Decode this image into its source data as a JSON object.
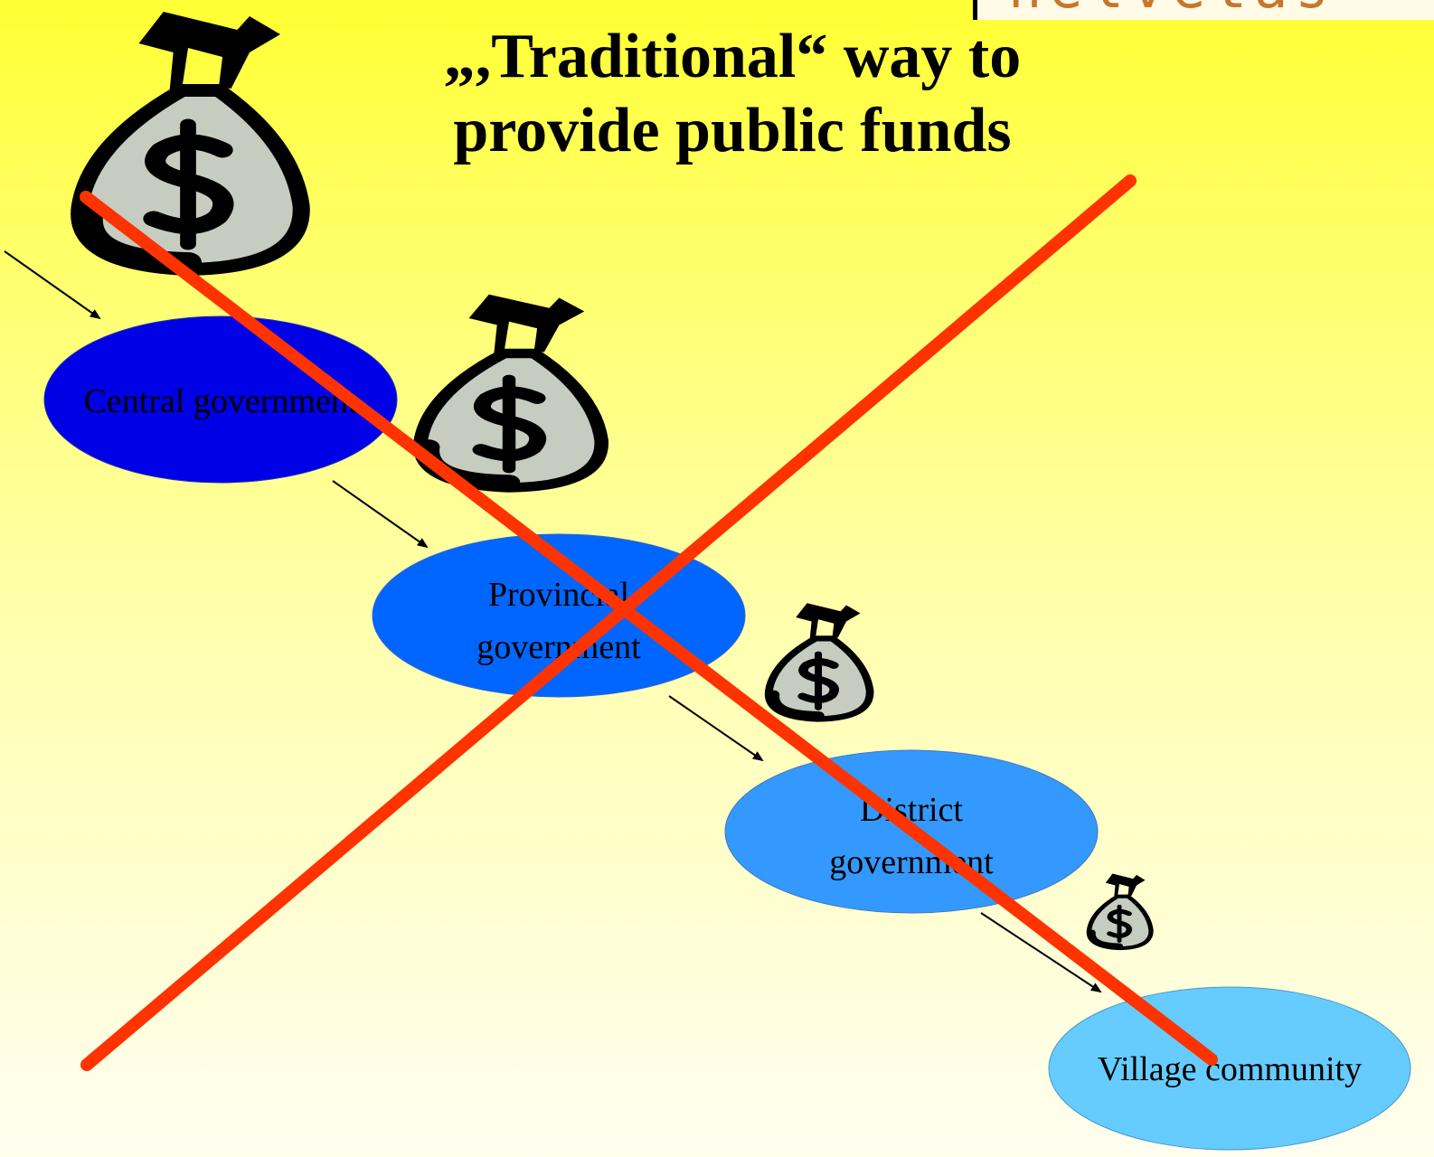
{
  "slide": {
    "title_line1": "„,Traditional“ way to",
    "title_line2": "provide public funds"
  },
  "logo": {
    "text": "helvetas"
  },
  "nodes": [
    {
      "id": "central",
      "label_lines": [
        "Central government"
      ],
      "color": "#0000e6"
    },
    {
      "id": "provincial",
      "label_lines": [
        "Provincial",
        "government"
      ],
      "color": "#0066ff"
    },
    {
      "id": "district",
      "label_lines": [
        "District",
        "government"
      ],
      "color": "#3399ff"
    },
    {
      "id": "village",
      "label_lines": [
        "Village community"
      ],
      "color": "#66ccff"
    }
  ],
  "icons": [
    "money-bag-icon",
    "money-bag-icon",
    "money-bag-icon",
    "money-bag-icon",
    "arrow-icon",
    "cross-mark-icon"
  ],
  "colors": {
    "cross": "#ff3300",
    "bag_fill": "#c6ccc0",
    "outline": "#000000"
  }
}
